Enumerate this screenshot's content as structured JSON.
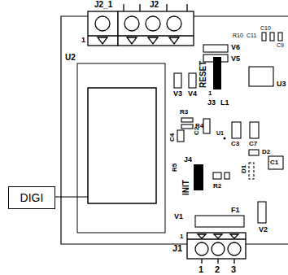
{
  "diagram": {
    "nodes": [
      {
        "text": [
          "DIGI"
        ]
      }
    ],
    "labels": [
      "J2_1",
      "J2",
      "1",
      "V6",
      "R10",
      "C11",
      "C10",
      "C9",
      "V5",
      "U2",
      "RESET",
      "U3",
      "V3",
      "V4",
      "J3",
      "1",
      "L1",
      "R3",
      "R4",
      "C4",
      "C2",
      "U1",
      "C3",
      "C7",
      "D2",
      "R5",
      "J4",
      "C1",
      "D1",
      "INIT",
      "R2",
      "V1",
      "F1",
      "V2",
      "J1",
      "1",
      "1",
      "2",
      "3"
    ]
  }
}
